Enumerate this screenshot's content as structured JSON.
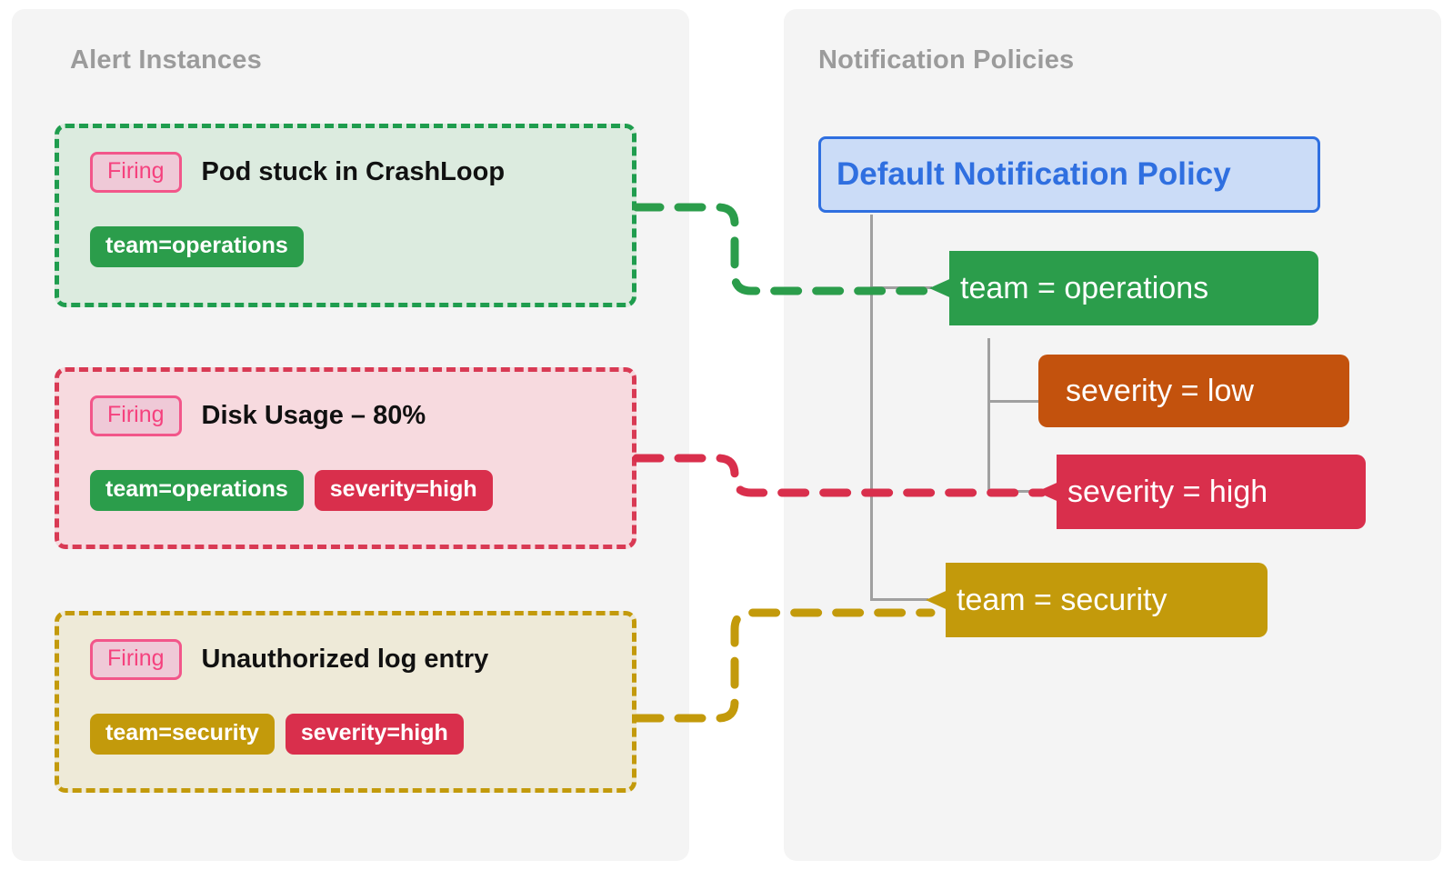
{
  "panels": {
    "left": {
      "title": "Alert Instances"
    },
    "right": {
      "title": "Notification Policies"
    }
  },
  "colors": {
    "page_background": "#ffffff",
    "panel_background": "#f4f4f4",
    "panel_title": "#9b9b9b",
    "green": "#2b9d4b",
    "red": "#d92f4c",
    "yellow": "#c39a0b",
    "orange": "#c3520d",
    "blue": "#2f6fe0",
    "blue_fill": "#cbdcf7",
    "firing_text": "#f5417e",
    "firing_fill": "#efc9d7",
    "firing_border": "#f2568a",
    "tree_line": "#a0a0a0"
  },
  "alert_instances": [
    {
      "id": "pod-crashloop",
      "status": "Firing",
      "title": "Pod stuck in CrashLoop",
      "accent": "#1f9d4e",
      "fill": "#dcebdf",
      "tags": [
        {
          "label": "team=operations",
          "color": "#2b9d4b"
        }
      ]
    },
    {
      "id": "disk-usage",
      "status": "Firing",
      "title": "Disk Usage – 80%",
      "accent": "#d93a54",
      "fill": "#f7dadf",
      "tags": [
        {
          "label": "team=operations",
          "color": "#2b9d4b"
        },
        {
          "label": "severity=high",
          "color": "#d92f4c"
        }
      ]
    },
    {
      "id": "unauthorized-log",
      "status": "Firing",
      "title": "Unauthorized log entry",
      "accent": "#c39a0b",
      "fill": "#eeead8",
      "tags": [
        {
          "label": "team=security",
          "color": "#c39a0b"
        },
        {
          "label": "severity=high",
          "color": "#d92f4c"
        }
      ]
    }
  ],
  "notification_policies": {
    "root": {
      "label": "Default Notification Policy"
    },
    "children": [
      {
        "id": "team-operations",
        "label": "team = operations",
        "color": "#2b9d4b",
        "matched": true
      },
      {
        "id": "severity-low",
        "label": "severity = low",
        "color": "#c3520d",
        "matched": false
      },
      {
        "id": "severity-high",
        "label": "severity = high",
        "color": "#d92f4c",
        "matched": true
      },
      {
        "id": "team-security",
        "label": "team = security",
        "color": "#c39a0b",
        "matched": true
      }
    ]
  },
  "connections": [
    {
      "from": "pod-crashloop",
      "to": "team-operations",
      "color": "#2b9d4b"
    },
    {
      "from": "disk-usage",
      "to": "severity-high",
      "color": "#d92f4c"
    },
    {
      "from": "unauthorized-log",
      "to": "team-security",
      "color": "#c39a0b"
    }
  ]
}
